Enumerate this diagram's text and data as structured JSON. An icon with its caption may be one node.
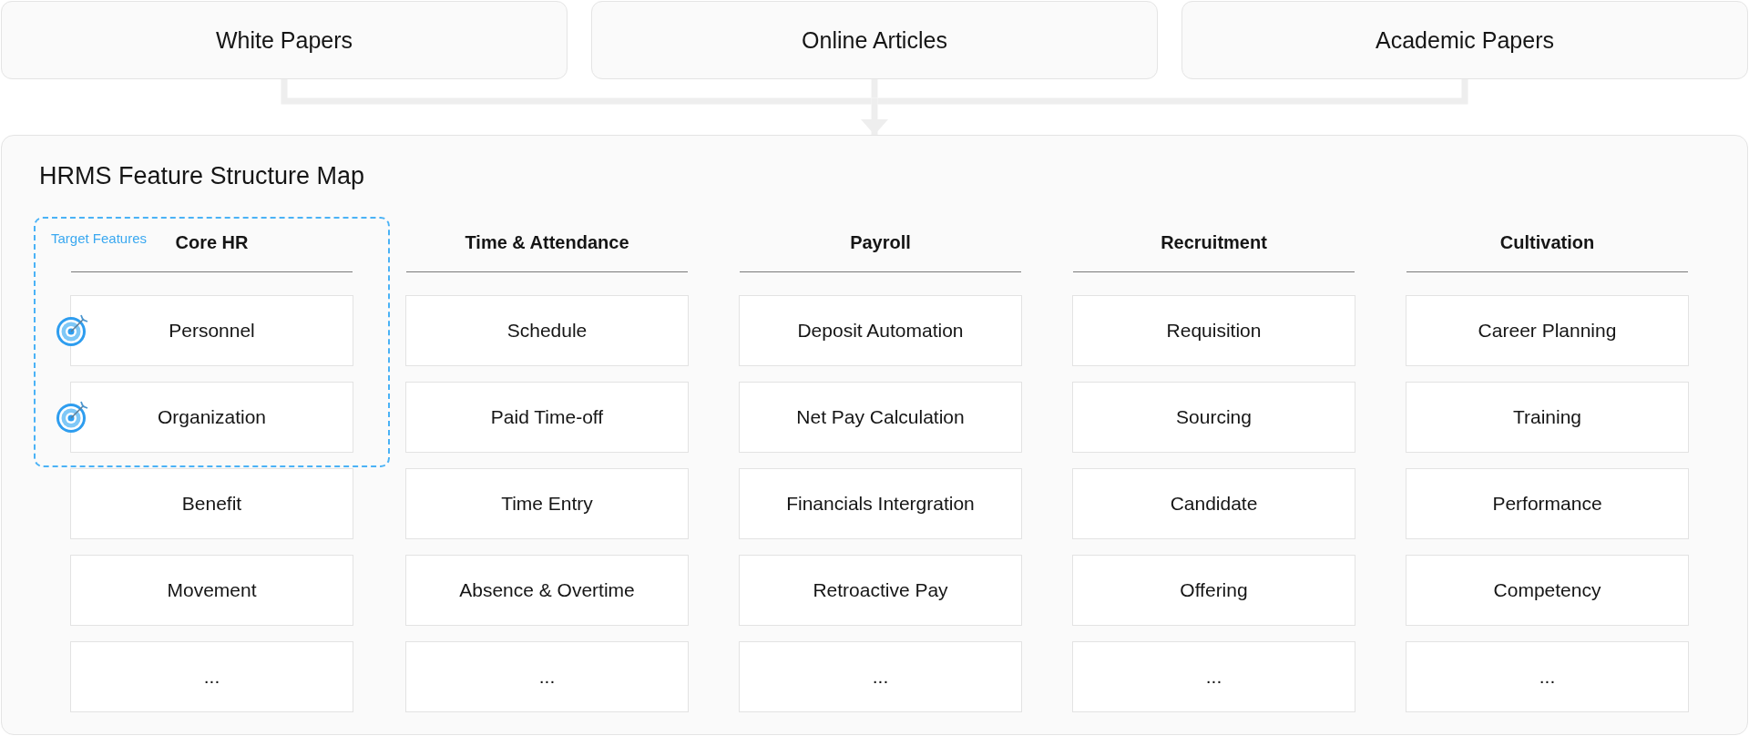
{
  "diagram": {
    "nodes": [
      {
        "text": [
          "White Papers"
        ]
      },
      {
        "text": [
          "Online Articles"
        ]
      },
      {
        "text": [
          "Academic Papers"
        ]
      },
      {
        "text": [
          "HRMS Feature Structure Map"
        ]
      },
      {
        "text": [
          "Target Features"
        ],
        "in": 3
      },
      {
        "text": [
          "Personnel"
        ],
        "in": 4
      },
      {
        "text": [
          "Organization"
        ],
        "in": 4
      },
      {
        "text": [
          "Benefit"
        ],
        "in": 3
      },
      {
        "text": [
          "Movement"
        ],
        "in": 3
      },
      {
        "text": [
          "..."
        ],
        "in": 3
      },
      {
        "text": [
          "Schedule"
        ],
        "in": 3
      },
      {
        "text": [
          "Paid Time-off"
        ],
        "in": 3
      },
      {
        "text": [
          "Time Entry"
        ],
        "in": 3
      },
      {
        "text": [
          "Absence & Overtime"
        ],
        "in": 3
      },
      {
        "text": [
          "..."
        ],
        "in": 3
      },
      {
        "text": [
          "Deposit Automation"
        ],
        "in": 3
      },
      {
        "text": [
          "Net Pay Calculation"
        ],
        "in": 3
      },
      {
        "text": [
          "Financials Intergration"
        ],
        "in": 3
      },
      {
        "text": [
          "Retroactive Pay"
        ],
        "in": 3
      },
      {
        "text": [
          "..."
        ],
        "in": 3
      },
      {
        "text": [
          "Requisition"
        ],
        "in": 3
      },
      {
        "text": [
          "Sourcing"
        ],
        "in": 3
      },
      {
        "text": [
          "Candidate"
        ],
        "in": 3
      },
      {
        "text": [
          "Offering"
        ],
        "in": 3
      },
      {
        "text": [
          "..."
        ],
        "in": 3
      },
      {
        "text": [
          "Career Planning"
        ],
        "in": 3
      },
      {
        "text": [
          "Training"
        ],
        "in": 3
      },
      {
        "text": [
          "Performance"
        ],
        "in": 3
      },
      {
        "text": [
          "Competency"
        ],
        "in": 3
      },
      {
        "text": [
          "..."
        ],
        "in": 3
      }
    ],
    "edges": [
      {
        "from": 0,
        "to": 3,
        "arrow": "to"
      },
      {
        "from": 1,
        "to": 3,
        "arrow": "to"
      },
      {
        "from": 2,
        "to": 3,
        "arrow": "to"
      }
    ],
    "labels": [
      "Core HR",
      "Time & Attendance",
      "Payroll",
      "Recruitment",
      "Cultivation"
    ]
  }
}
